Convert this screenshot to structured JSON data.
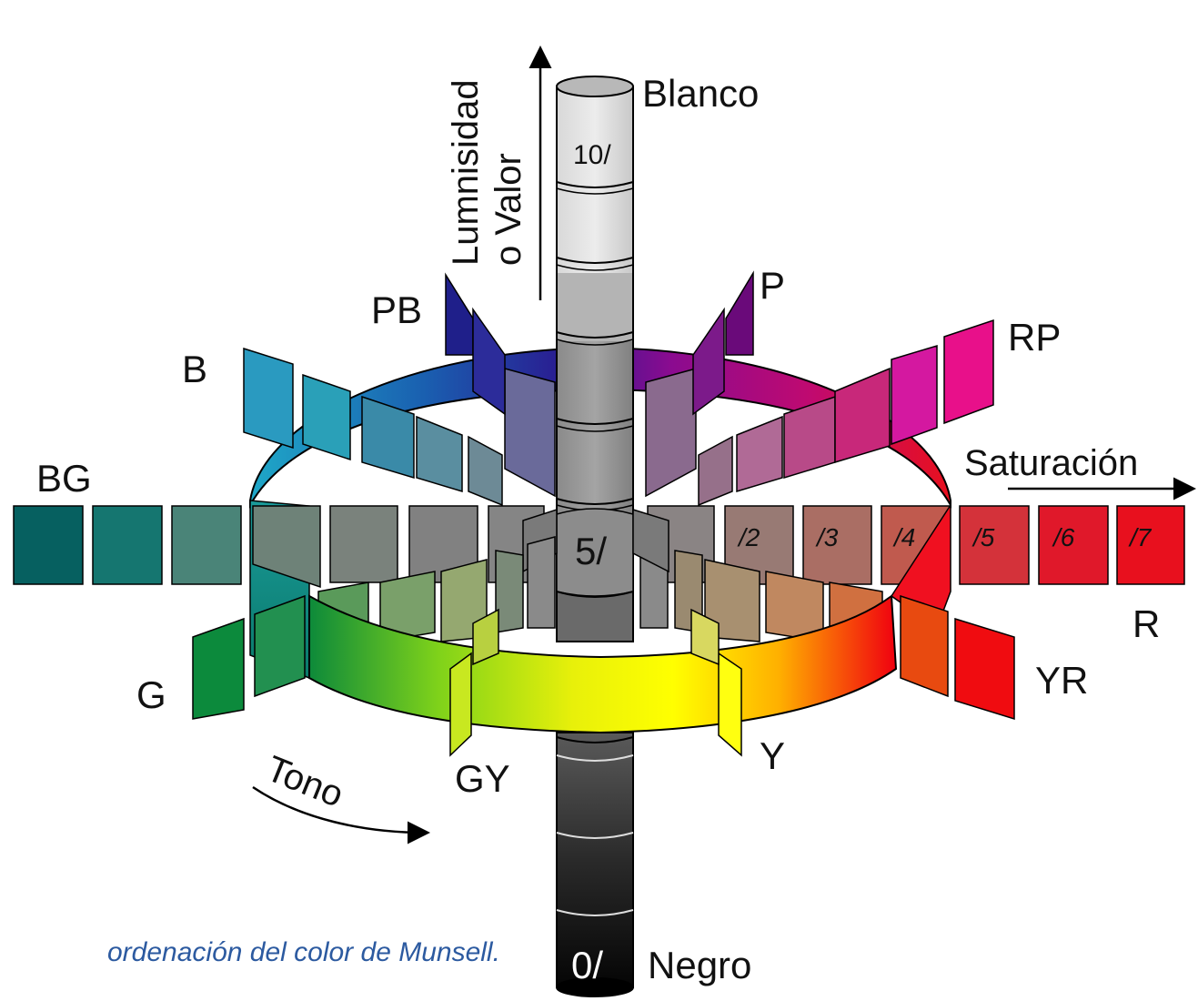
{
  "axes": {
    "value_line1": "Lumnisidad",
    "value_line2": "o Valor",
    "saturation": "Saturación",
    "hue": "Tono"
  },
  "poles": {
    "white": "Blanco",
    "black": "Negro"
  },
  "value_marks": {
    "top": "10/",
    "middle": "5/",
    "bottom": "0/"
  },
  "hues": {
    "R": "R",
    "YR": "YR",
    "Y": "Y",
    "GY": "GY",
    "G": "G",
    "BG": "BG",
    "B": "B",
    "PB": "PB",
    "P": "P",
    "RP": "RP"
  },
  "chroma_marks": [
    "/2",
    "/3",
    "/4",
    "/5",
    "/6",
    "/7"
  ],
  "caption": "ordenación del color de Munsell.",
  "colors": {
    "red_end": "#e8101e",
    "bluegreen_end": "#066060",
    "caption": "#2c5aa0"
  }
}
